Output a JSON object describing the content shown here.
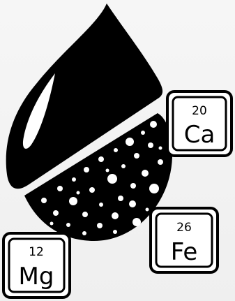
{
  "elements": {
    "calcium": {
      "number": "20",
      "symbol": "Ca"
    },
    "iron": {
      "number": "26",
      "symbol": "Fe"
    },
    "magnesium": {
      "number": "12",
      "symbol": "Mg"
    }
  },
  "colors": {
    "background": "#f4f4f4",
    "ink": "#000000",
    "tile_fill": "#ffffff"
  },
  "icons": {
    "main": "water-drop-icon",
    "minerals": "mineral-particles-icon"
  }
}
